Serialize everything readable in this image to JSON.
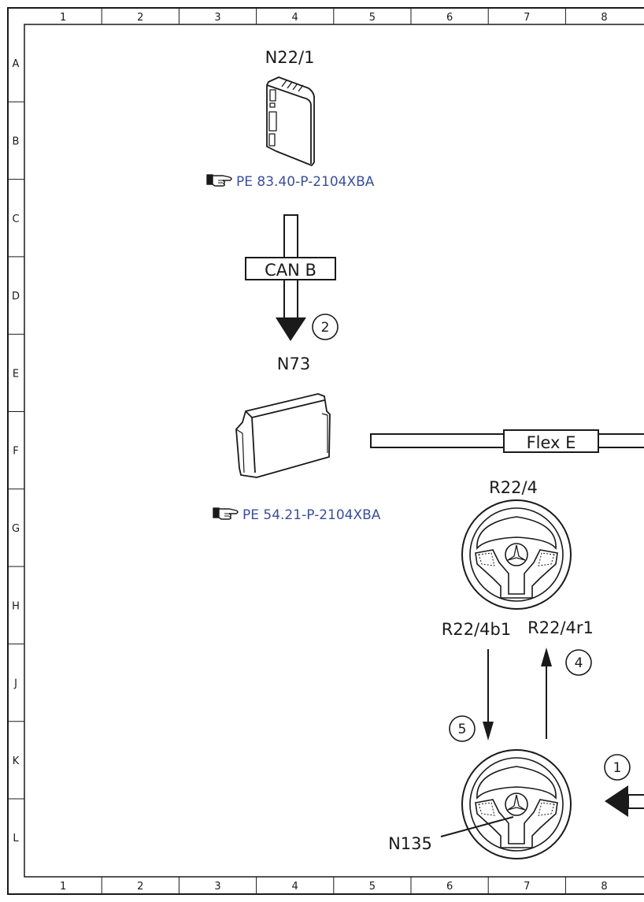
{
  "grid": {
    "columns": [
      "1",
      "2",
      "3",
      "4",
      "5",
      "6",
      "7",
      "8"
    ],
    "rows": [
      "A",
      "B",
      "C",
      "D",
      "E",
      "F",
      "G",
      "H",
      "J",
      "K",
      "L"
    ]
  },
  "components": {
    "n22_1": {
      "label": "N22/1",
      "ref": "PE 83.40-P-2104XBA"
    },
    "n73": {
      "label": "N73",
      "ref": "PE 54.21-P-2104XBA"
    },
    "r22_4": {
      "label": "R22/4"
    },
    "r22_4b1": {
      "label": "R22/4b1"
    },
    "r22_4r1": {
      "label": "R22/4r1"
    },
    "n135": {
      "label": "N135"
    }
  },
  "buses": {
    "can_b": "CAN B",
    "flex_e": "Flex E"
  },
  "steps": {
    "s1": "1",
    "s2": "2",
    "s4": "4",
    "s5": "5"
  },
  "colors": {
    "line": "#1a1a1a",
    "ref_link": "#3a4f9a"
  },
  "icons": {
    "reference": "pointing-hand-icon"
  }
}
